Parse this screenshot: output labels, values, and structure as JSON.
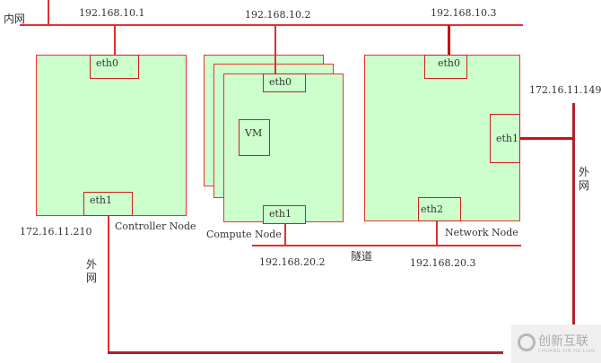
{
  "diagram": {
    "internal_network_label": "内网",
    "external_network_label": "外网",
    "tunnel_label": "隧道",
    "nodes": {
      "controller": {
        "name": "Controller Node",
        "ports": {
          "eth0": "eth0",
          "eth1": "eth1"
        },
        "internal_ip": "192.168.10.1",
        "external_ip": "172.16.11.210"
      },
      "compute": {
        "name": "Compute Node",
        "vm_label": "VM",
        "ports": {
          "eth0": "eth0",
          "eth1": "eth1"
        },
        "internal_ip": "192.168.10.2",
        "tunnel_ip": "192.168.20.2"
      },
      "network": {
        "name": "Network Node",
        "ports": {
          "eth0": "eth0",
          "eth1": "eth1",
          "eth2": "eth2"
        },
        "internal_ip": "192.168.10.3",
        "external_ip": "172.16.11.149",
        "tunnel_ip": "192.168.20.3"
      }
    },
    "colors": {
      "node_fill": "#ccffcc",
      "line": "#e03030"
    }
  },
  "watermark": {
    "text": "创新互联",
    "subtext": "CHUANG XIN HU LIAN"
  }
}
